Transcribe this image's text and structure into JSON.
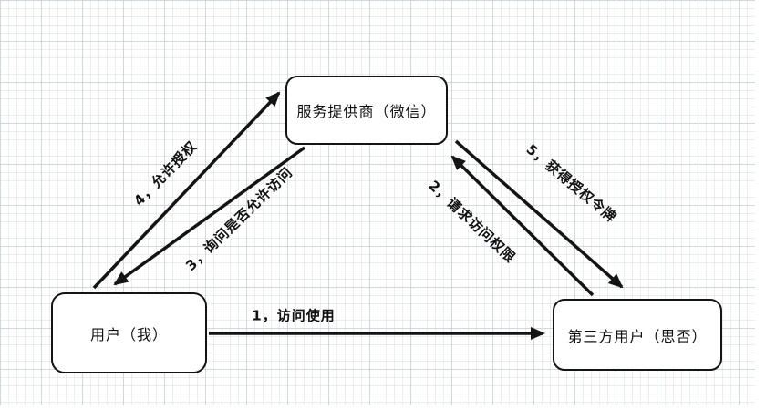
{
  "diagram": {
    "title": "OAuth authorization flow (hand-drawn style diagram)",
    "nodes": {
      "service_provider": {
        "label": "服务提供商（微信）"
      },
      "user": {
        "label": "用户（我）"
      },
      "third_party": {
        "label": "第三方用户（思否）"
      }
    },
    "edges": {
      "access_use": {
        "label": "1，访问使用",
        "from": "user",
        "to": "third_party"
      },
      "request_access": {
        "label": "2，请求访问权限",
        "from": "third_party",
        "to": "service_provider"
      },
      "ask_permission": {
        "label": "3，询问是否允许访问",
        "from": "service_provider",
        "to": "user"
      },
      "allow_auth": {
        "label": "4，允许授权",
        "from": "user",
        "to": "service_provider"
      },
      "get_token": {
        "label": "5，获得授权令牌",
        "from": "service_provider",
        "to": "third_party"
      }
    },
    "colors": {
      "stroke": "#141414",
      "node_fill": "#ffffff",
      "grid_line": "#ccd2da",
      "background": "#ffffff"
    }
  }
}
